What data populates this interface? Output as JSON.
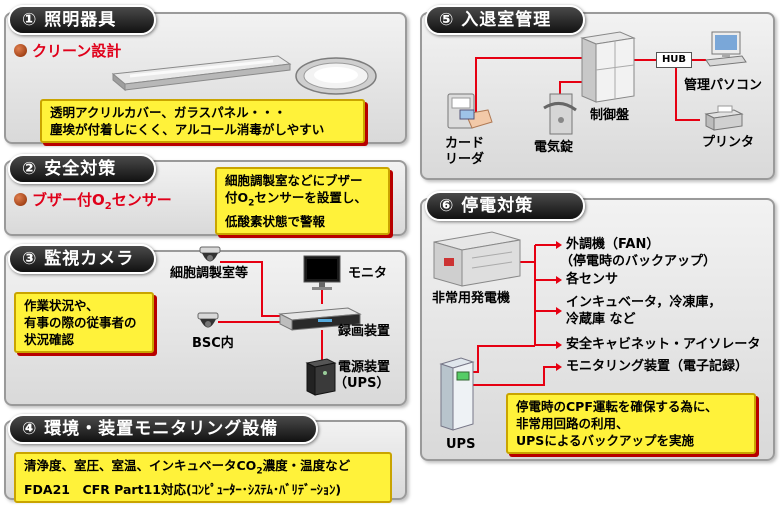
{
  "colors": {
    "accent_red": "#e0001a",
    "note_yellow": "#fff23a",
    "line_red": "#e60012"
  },
  "panel1": {
    "title": "① 照明器具",
    "subtitle": "クリーン設計",
    "note_lines": [
      "透明アクリルカバー、ガラスパネル・・・",
      "塵埃が付着しにくく、アルコール消毒がしやすい"
    ]
  },
  "panel2": {
    "title": "② 安全対策",
    "subtitle_pre": "ブザー付O",
    "subtitle_sub": "2",
    "subtitle_post": "センサー",
    "note_line1": "細胞調製室などにブザー",
    "note_line2_pre": "付O",
    "note_line2_sub": "2",
    "note_line2_post": "センサーを設置し、",
    "note_line3": "低酸素状態で警報"
  },
  "panel3": {
    "title": "③ 監視カメラ",
    "label_room": "細胞調製室等",
    "label_bsc": "BSC内",
    "label_monitor": "モニタ",
    "label_recorder": "録画装置",
    "label_ups_1": "電源装置",
    "label_ups_2": "（UPS）",
    "note_lines": [
      "作業状況や、",
      "有事の際の従事者の",
      "状況確認"
    ]
  },
  "panel4": {
    "title": "④ 環境・装置モニタリング設備",
    "note_line1_pre": "清浄度、室圧、室温、インキュベータCO",
    "note_line1_sub": "2",
    "note_line1_post": "濃度・温度など",
    "note_line2": "FDA21　CFR Part11対応(ｺﾝﾋﾟｭｰﾀｰ･ｼｽﾃﾑ･ﾊﾞﾘﾃﾞｰｼｮﾝ)"
  },
  "panel5": {
    "title": "⑤ 入退室管理",
    "hub": "HUB",
    "label_pc": "管理パソコン",
    "label_panel": "制御盤",
    "label_card_1": "カード",
    "label_card_2": "リーダ",
    "label_lock": "電気錠",
    "label_printer": "プリンタ"
  },
  "panel6": {
    "title": "⑥ 停電対策",
    "label_generator": "非常用発電機",
    "label_ups": "UPS",
    "targets": [
      "外調機（FAN）",
      "（停電時のバックアップ）",
      "各センサ",
      "インキュベータ，冷凍庫，",
      "冷蔵庫 など",
      "安全キャビネット・アイソレータ",
      "モニタリング装置（電子記録）"
    ],
    "note_lines": [
      "停電時のCPF運転を確保する為に、",
      "非常用回路の利用、",
      "UPSによるバックアップを実施"
    ]
  }
}
